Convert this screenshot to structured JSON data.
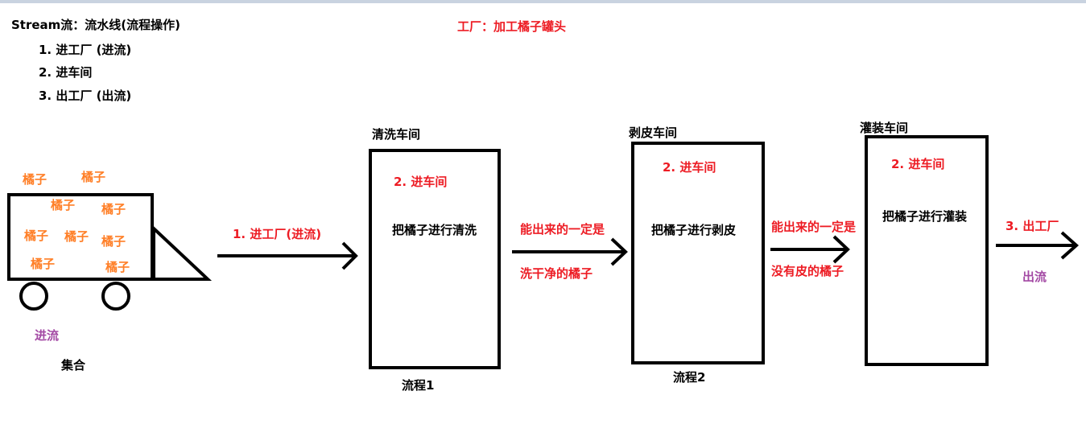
{
  "header": {
    "title": "Stream流：流水线(流程操作)",
    "steps": [
      "1. 进工厂 (进流)",
      "2. 进车间",
      "3. 出工厂 (出流)"
    ],
    "factory": "工厂：加工橘子罐头"
  },
  "truck": {
    "oranges": [
      "橘子",
      "橘子",
      "橘子",
      "橘子",
      "橘子",
      "橘子",
      "橘子",
      "橘子",
      "橘子"
    ],
    "enter_label": "进流",
    "collection_label": "集合"
  },
  "arrows": {
    "a1_label": "1. 进工厂(进流)",
    "a2_top": "能出来的一定是",
    "a2_bottom": "洗干净的橘子",
    "a3_top": "能出来的一定是",
    "a3_bottom": "没有皮的橘子",
    "a4_label": "3. 出工厂",
    "a4_sub": "出流"
  },
  "workshops": [
    {
      "name": "清洗车间",
      "enter": "2. 进车间",
      "action": "把橘子进行清洗",
      "flow": "流程1"
    },
    {
      "name": "剥皮车间",
      "enter": "2. 进车间",
      "action": "把橘子进行剥皮",
      "flow": "流程2"
    },
    {
      "name": "灌装车间",
      "enter": "2. 进车间",
      "action": "把橘子进行灌装"
    }
  ],
  "colors": {
    "black": "#000000",
    "red": "#ed1c24",
    "orange": "#ff7f27",
    "purple": "#a349a4"
  }
}
